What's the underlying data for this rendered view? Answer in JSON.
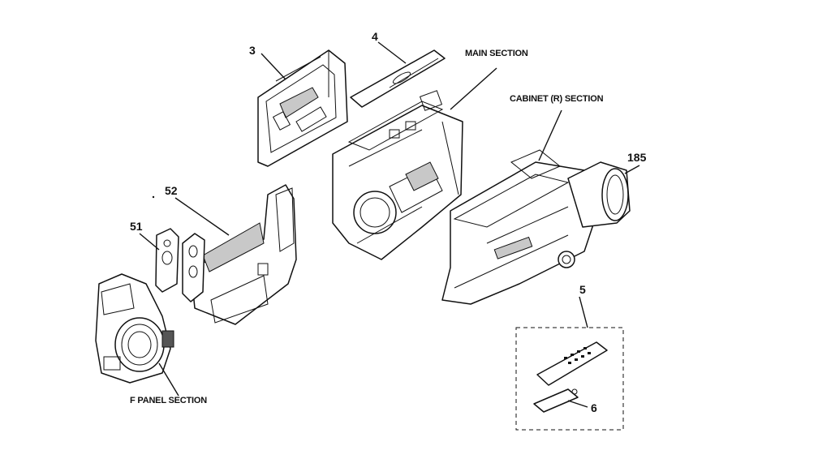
{
  "labels": {
    "part_3": "3",
    "part_4": "4",
    "part_52": "52",
    "part_51": "51",
    "part_185": "185",
    "part_5": "5",
    "part_6": "6",
    "main_section": "MAIN SECTION",
    "cabinet_r_section": "CABINET (R) SECTION",
    "f_panel_section": "F PANEL SECTION"
  }
}
